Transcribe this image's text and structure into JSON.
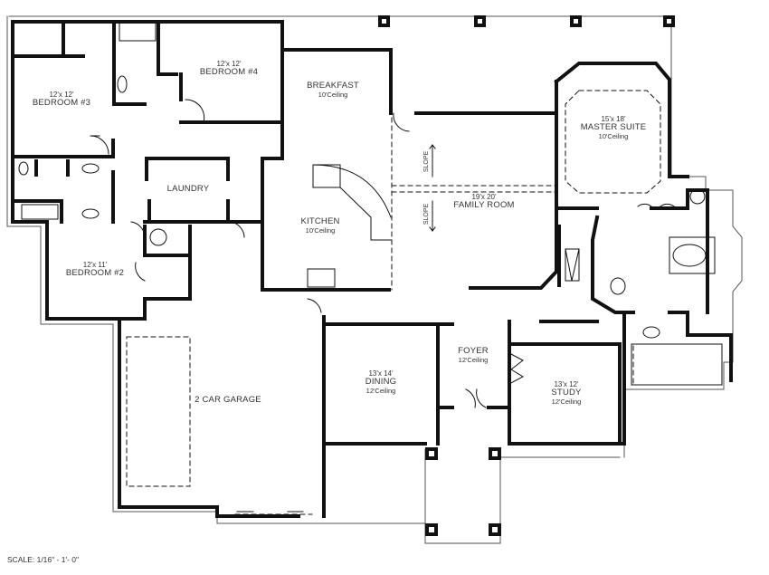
{
  "plan": {
    "scale_label": "SCALE: 1/16\" - 1'- 0\"",
    "slope_label": "SLOPE",
    "rooms": [
      {
        "id": "bedroom3",
        "dim": "12'x 12'",
        "name": "BEDROOM #3",
        "ceiling": ""
      },
      {
        "id": "bedroom4",
        "dim": "12'x 12'",
        "name": "BEDROOM #4",
        "ceiling": ""
      },
      {
        "id": "breakfast",
        "dim": "",
        "name": "BREAKFAST",
        "ceiling": "10'Ceiling"
      },
      {
        "id": "master",
        "dim": "15'x 18'",
        "name": "MASTER SUITE",
        "ceiling": "10'Ceiling"
      },
      {
        "id": "laundry",
        "dim": "",
        "name": "LAUNDRY",
        "ceiling": ""
      },
      {
        "id": "kitchen",
        "dim": "",
        "name": "KITCHEN",
        "ceiling": "10'Ceiling"
      },
      {
        "id": "family",
        "dim": "19'x 20'",
        "name": "FAMILY ROOM",
        "ceiling": ""
      },
      {
        "id": "bedroom2",
        "dim": "12'x 11'",
        "name": "BEDROOM #2",
        "ceiling": ""
      },
      {
        "id": "garage",
        "dim": "",
        "name": "2 CAR GARAGE",
        "ceiling": ""
      },
      {
        "id": "foyer",
        "dim": "",
        "name": "FOYER",
        "ceiling": "12'Ceiling"
      },
      {
        "id": "dining",
        "dim": "13'x 14'",
        "name": "DINING",
        "ceiling": "12'Ceiling"
      },
      {
        "id": "study",
        "dim": "13'x 12'",
        "name": "STUDY",
        "ceiling": "12'Ceiling"
      }
    ]
  }
}
